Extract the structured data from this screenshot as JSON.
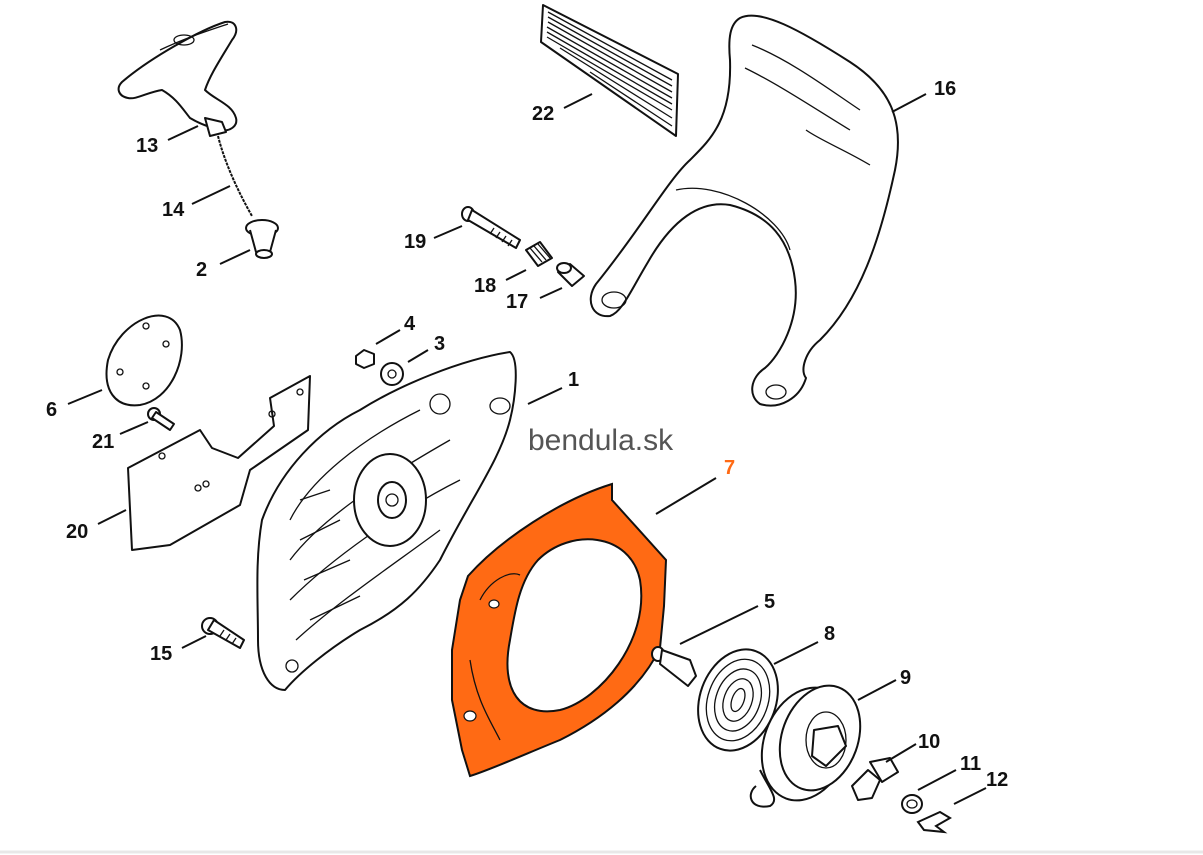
{
  "diagram": {
    "watermark": "bendula.sk",
    "highlight_color": "#ff6a14",
    "highlighted_part": "7",
    "labels": {
      "p1": "1",
      "p2": "2",
      "p3": "3",
      "p4": "4",
      "p5": "5",
      "p6": "6",
      "p7": "7",
      "p8": "8",
      "p9": "9",
      "p10": "10",
      "p11": "11",
      "p12": "12",
      "p13": "13",
      "p14": "14",
      "p15": "15",
      "p16": "16",
      "p17": "17",
      "p18": "18",
      "p19": "19",
      "p20": "20",
      "p21": "21",
      "p22": "22"
    }
  }
}
